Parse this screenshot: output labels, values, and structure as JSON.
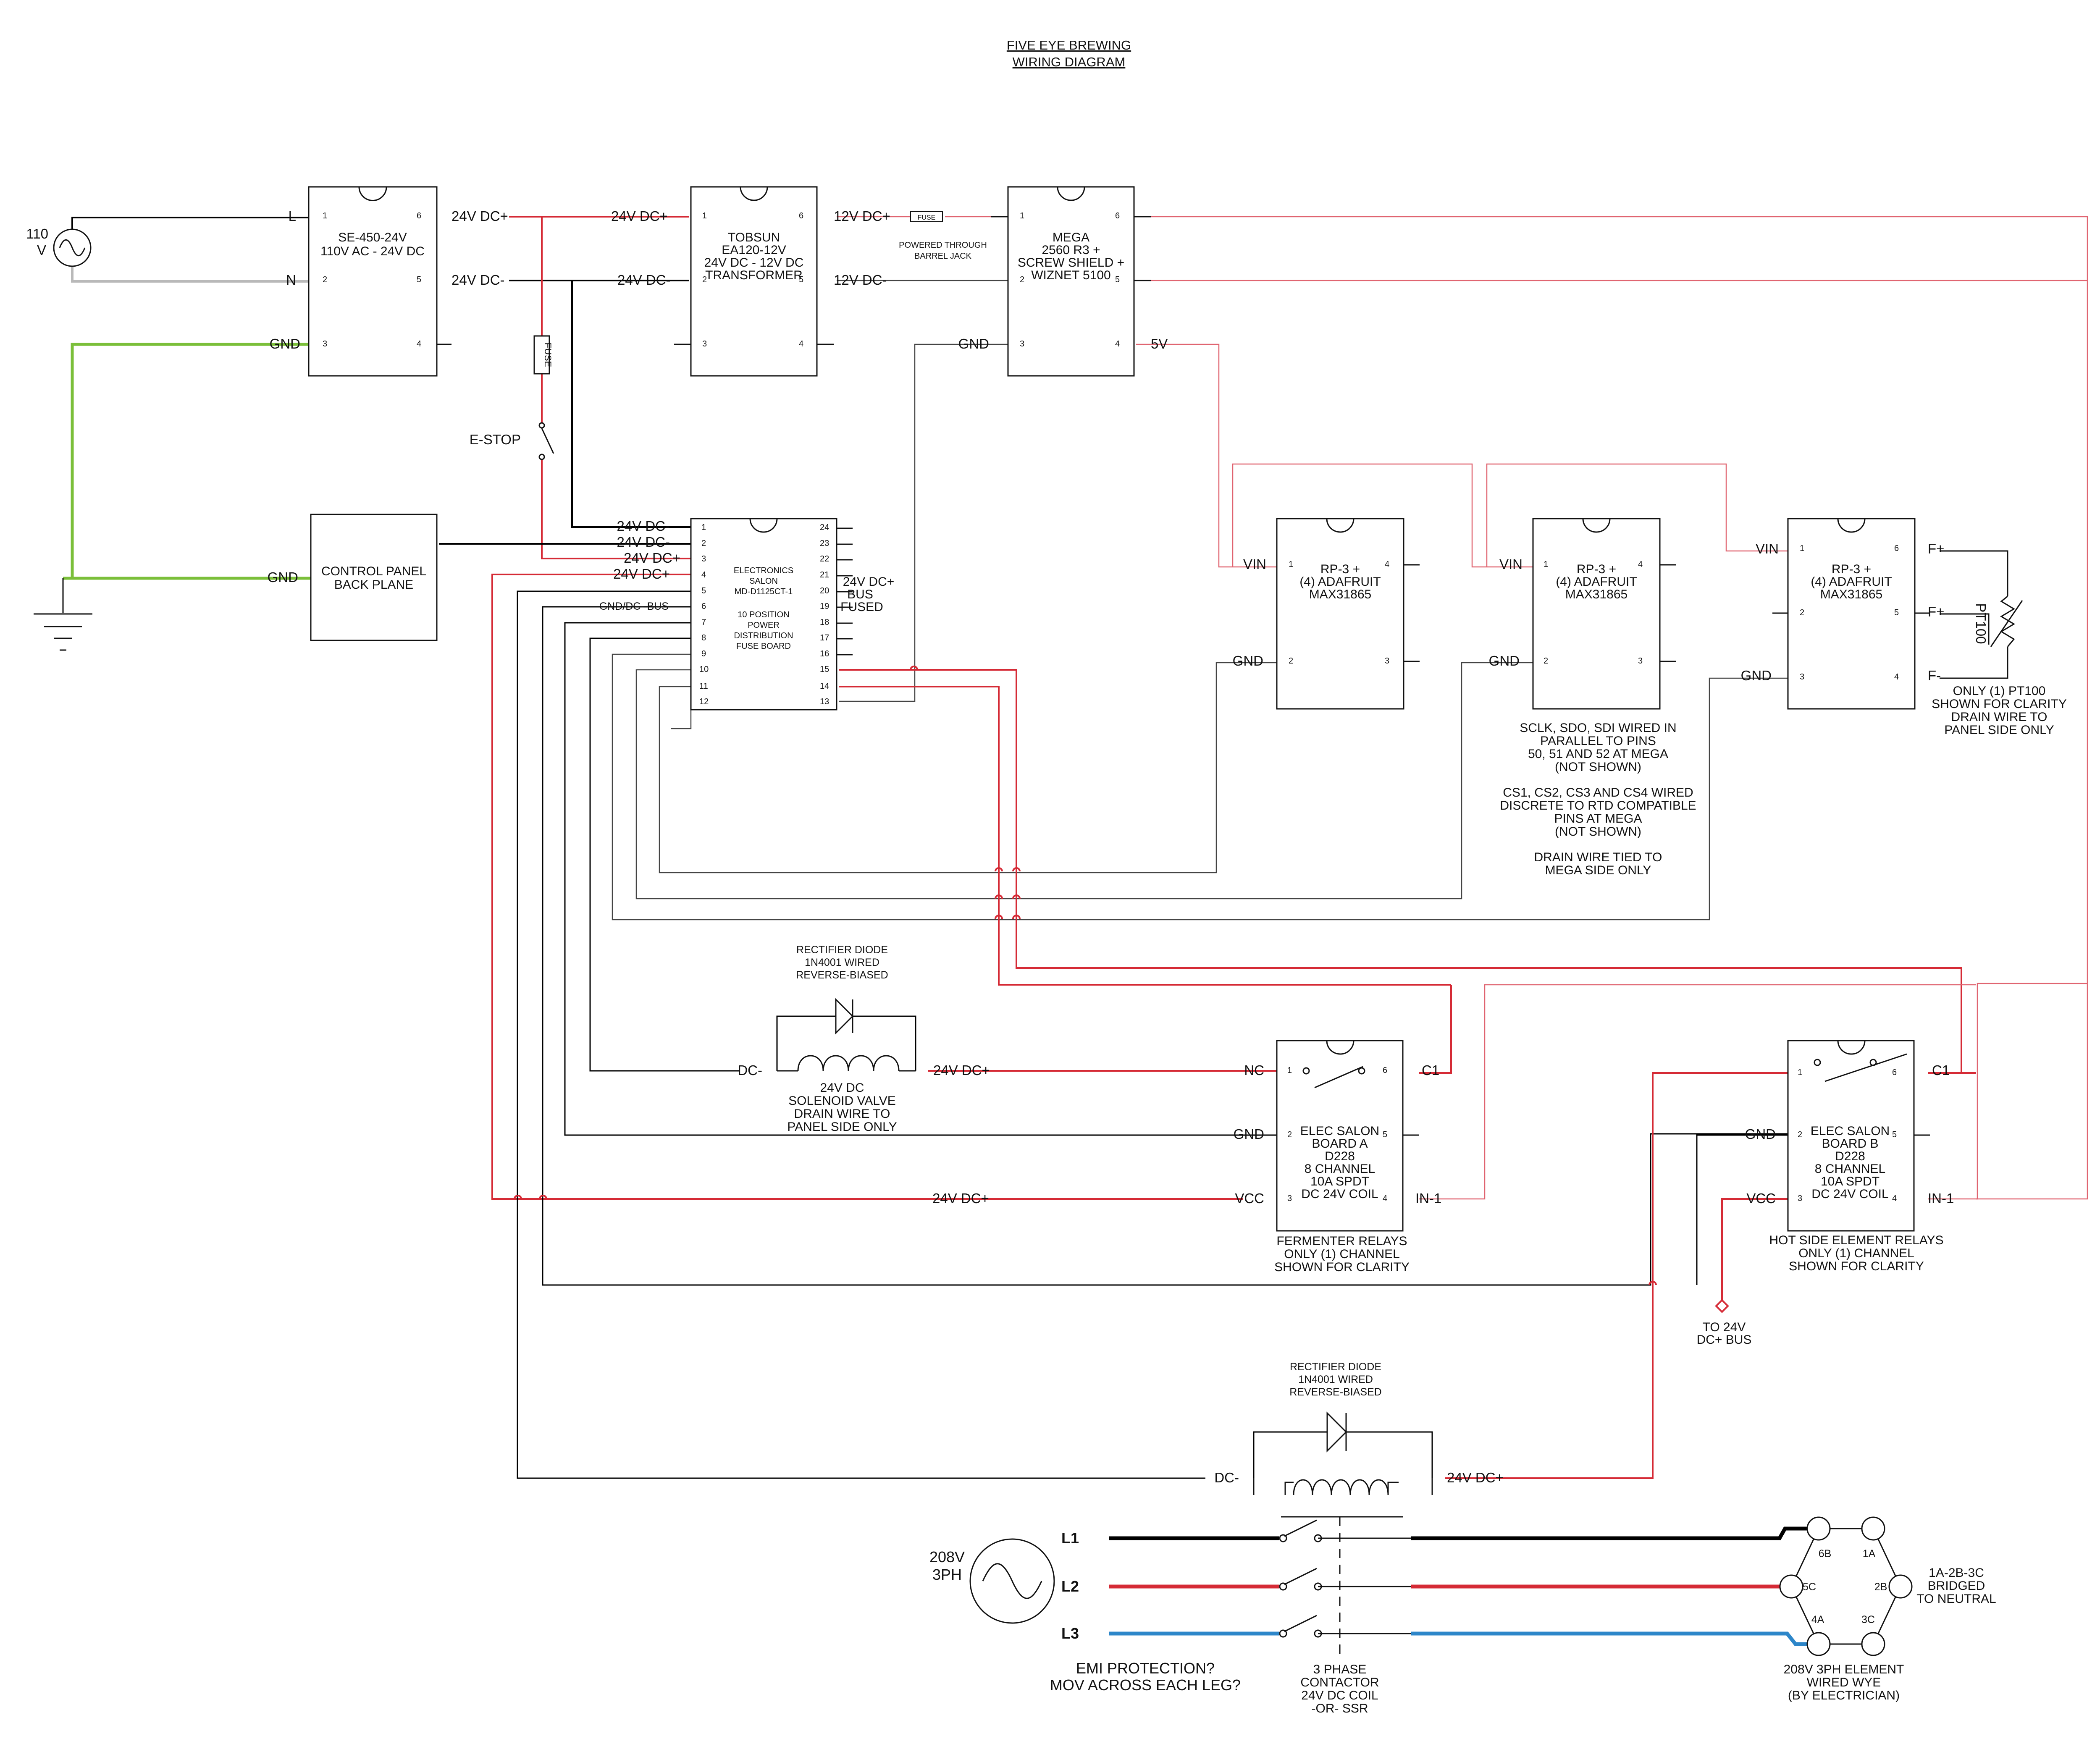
{
  "title": [
    "FIVE EYE BREWING",
    "WIRING DIAGRAM"
  ],
  "source_110": {
    "label1": "110",
    "label2": "V",
    "L": "L",
    "N": "N",
    "GND": "GND"
  },
  "ground": {
    "label": "GND"
  },
  "psu": {
    "lines": [
      "SE-450-24V",
      "110V AC - 24V DC"
    ],
    "pins": [
      "1",
      "2",
      "3",
      "6",
      "5",
      "4"
    ],
    "out_pos": "24V DC+",
    "out_neg": "24V DC-"
  },
  "fuse_vertical": "FUSE",
  "estop": "E-STOP",
  "tobsun": {
    "lines": [
      "TOBSUN",
      "EA120-12V",
      "24V DC - 12V DC",
      "TRANSFORMER"
    ],
    "pins": [
      "1",
      "2",
      "3",
      "6",
      "5",
      "4"
    ],
    "in_pos": "24V DC+",
    "in_neg": "24V DC-",
    "out_pos": "12V DC+",
    "out_neg": "12V DC-"
  },
  "barrel": {
    "fuse": "FUSE",
    "note": [
      "POWERED THROUGH",
      "BARREL JACK"
    ]
  },
  "mega": {
    "lines": [
      "MEGA",
      "2560 R3 +",
      "SCREW SHIELD +",
      "WIZNET 5100"
    ],
    "pins": [
      "1",
      "2",
      "3",
      "6",
      "5",
      "4"
    ],
    "gnd": "GND",
    "v5": "5V"
  },
  "control_panel": {
    "lines": [
      "CONTROL PANEL",
      "BACK PLANE"
    ],
    "gnd": "GND"
  },
  "fuse_board": {
    "lines": [
      "ELECTRONICS",
      "SALON",
      "MD-D1125CT-1",
      "",
      "10 POSITION",
      "POWER",
      "DISTRIBUTION",
      "FUSE BOARD"
    ],
    "left_pins": [
      "1",
      "2",
      "3",
      "4",
      "5",
      "6",
      "7",
      "8",
      "9",
      "10",
      "11",
      "12"
    ],
    "right_pins": [
      "24",
      "23",
      "22",
      "21",
      "20",
      "19",
      "18",
      "17",
      "16",
      "15",
      "14",
      "13"
    ],
    "in1": "24V DC-",
    "in2": "24V DC-",
    "in3": "24V DC+",
    "in4": "24V DC+",
    "bus_label": "GND/DC- BUS",
    "fused_label": [
      "24V DC+",
      "BUS",
      "FUSED"
    ]
  },
  "rtd": [
    {
      "lines": [
        "RP-3 +",
        "(4) ADAFRUIT",
        "MAX31865"
      ],
      "pins": [
        "1",
        "2",
        "4",
        "3"
      ],
      "vin": "VIN",
      "gnd": "GND"
    },
    {
      "lines": [
        "RP-3 +",
        "(4) ADAFRUIT",
        "MAX31865"
      ],
      "pins": [
        "1",
        "2",
        "4",
        "3"
      ],
      "vin": "VIN",
      "gnd": "GND"
    },
    {
      "lines": [
        "RP-3 +",
        "(4) ADAFRUIT",
        "MAX31865"
      ],
      "pins": [
        "1",
        "2",
        "3",
        "6",
        "5",
        "4"
      ],
      "vin": "VIN",
      "gnd": "GND",
      "f1": "F+",
      "f2": "F+",
      "f3": "F-"
    }
  ],
  "pt100": {
    "label": "PT100",
    "note": [
      "ONLY (1) PT100",
      "SHOWN FOR CLARITY",
      "DRAIN WIRE TO",
      "PANEL SIDE ONLY"
    ]
  },
  "rtd_notes": [
    "SCLK, SDO, SDI WIRED IN",
    "PARALLEL TO PINS",
    "50, 51 AND 52 AT MEGA",
    "(NOT SHOWN)",
    "",
    "CS1, CS2, CS3 AND CS4 WIRED",
    "DISCRETE TO RTD COMPATIBLE",
    "PINS AT MEGA",
    "(NOT SHOWN)",
    "",
    "DRAIN WIRE TIED TO",
    "MEGA SIDE ONLY"
  ],
  "diode1": {
    "note": [
      "RECTIFIER DIODE",
      "1N4001 WIRED",
      "REVERSE-BIASED"
    ]
  },
  "solenoid": {
    "dc": "DC-",
    "pos": "24V DC+",
    "note": [
      "24V DC",
      "SOLENOID VALVE",
      "DRAIN WIRE TO",
      "PANEL SIDE ONLY"
    ]
  },
  "relay_a": {
    "lines": [
      "ELEC SALON",
      "BOARD A",
      "D228",
      "8 CHANNEL",
      "10A SPDT",
      "DC 24V COIL"
    ],
    "pins": [
      "1",
      "2",
      "3",
      "6",
      "5",
      "4"
    ],
    "nc": "NC",
    "gnd": "GND",
    "vcc": "VCC",
    "c1": "C1",
    "in1": "IN-1",
    "vcc_feed": "24V DC+",
    "note": [
      "FERMENTER RELAYS",
      "ONLY (1) CHANNEL",
      "SHOWN  FOR CLARITY"
    ]
  },
  "relay_b": {
    "lines": [
      "ELEC SALON",
      "BOARD B",
      "D228",
      "8 CHANNEL",
      "10A SPDT",
      "DC 24V COIL"
    ],
    "pins": [
      "1",
      "2",
      "3",
      "6",
      "5",
      "4"
    ],
    "gnd": "GND",
    "vcc": "VCC",
    "c1": "C1",
    "in1": "IN-1",
    "note": [
      "HOT SIDE ELEMENT RELAYS",
      "ONLY (1) CHANNEL",
      "SHOWN  FOR CLARITY"
    ]
  },
  "to_bus": [
    "TO 24V",
    "DC+ BUS"
  ],
  "diode2": {
    "note": [
      "RECTIFIER DIODE",
      "1N4001 WIRED",
      "REVERSE-BIASED"
    ]
  },
  "contactor_coil": {
    "dc": "DC-",
    "pos": "24V DC+"
  },
  "source_208": {
    "lines": [
      "208V",
      "3PH"
    ]
  },
  "lines3": [
    "L1",
    "L2",
    "L3"
  ],
  "emi": [
    "EMI PROTECTION?",
    "MOV ACROSS EACH LEG?"
  ],
  "contactor": [
    "3 PHASE",
    "CONTACTOR",
    "24V DC COIL",
    "-OR- SSR"
  ],
  "element": {
    "terminals": [
      "6B",
      "1A",
      "5C",
      "2B",
      "4A",
      "3C"
    ],
    "bridge": [
      "1A-2B-3C",
      "BRIDGED",
      "TO NEUTRAL"
    ],
    "note": [
      "208V 3PH ELEMENT",
      "WIRED WYE",
      "(BY ELECTRICIAN)"
    ]
  },
  "colors": {
    "dc_positive": "#d52a35",
    "dc_negative": "#000000",
    "signal": "#e06470",
    "ground": "#7bbf3a",
    "neutral": "#b9b9b9",
    "l3": "#2d86c9"
  }
}
